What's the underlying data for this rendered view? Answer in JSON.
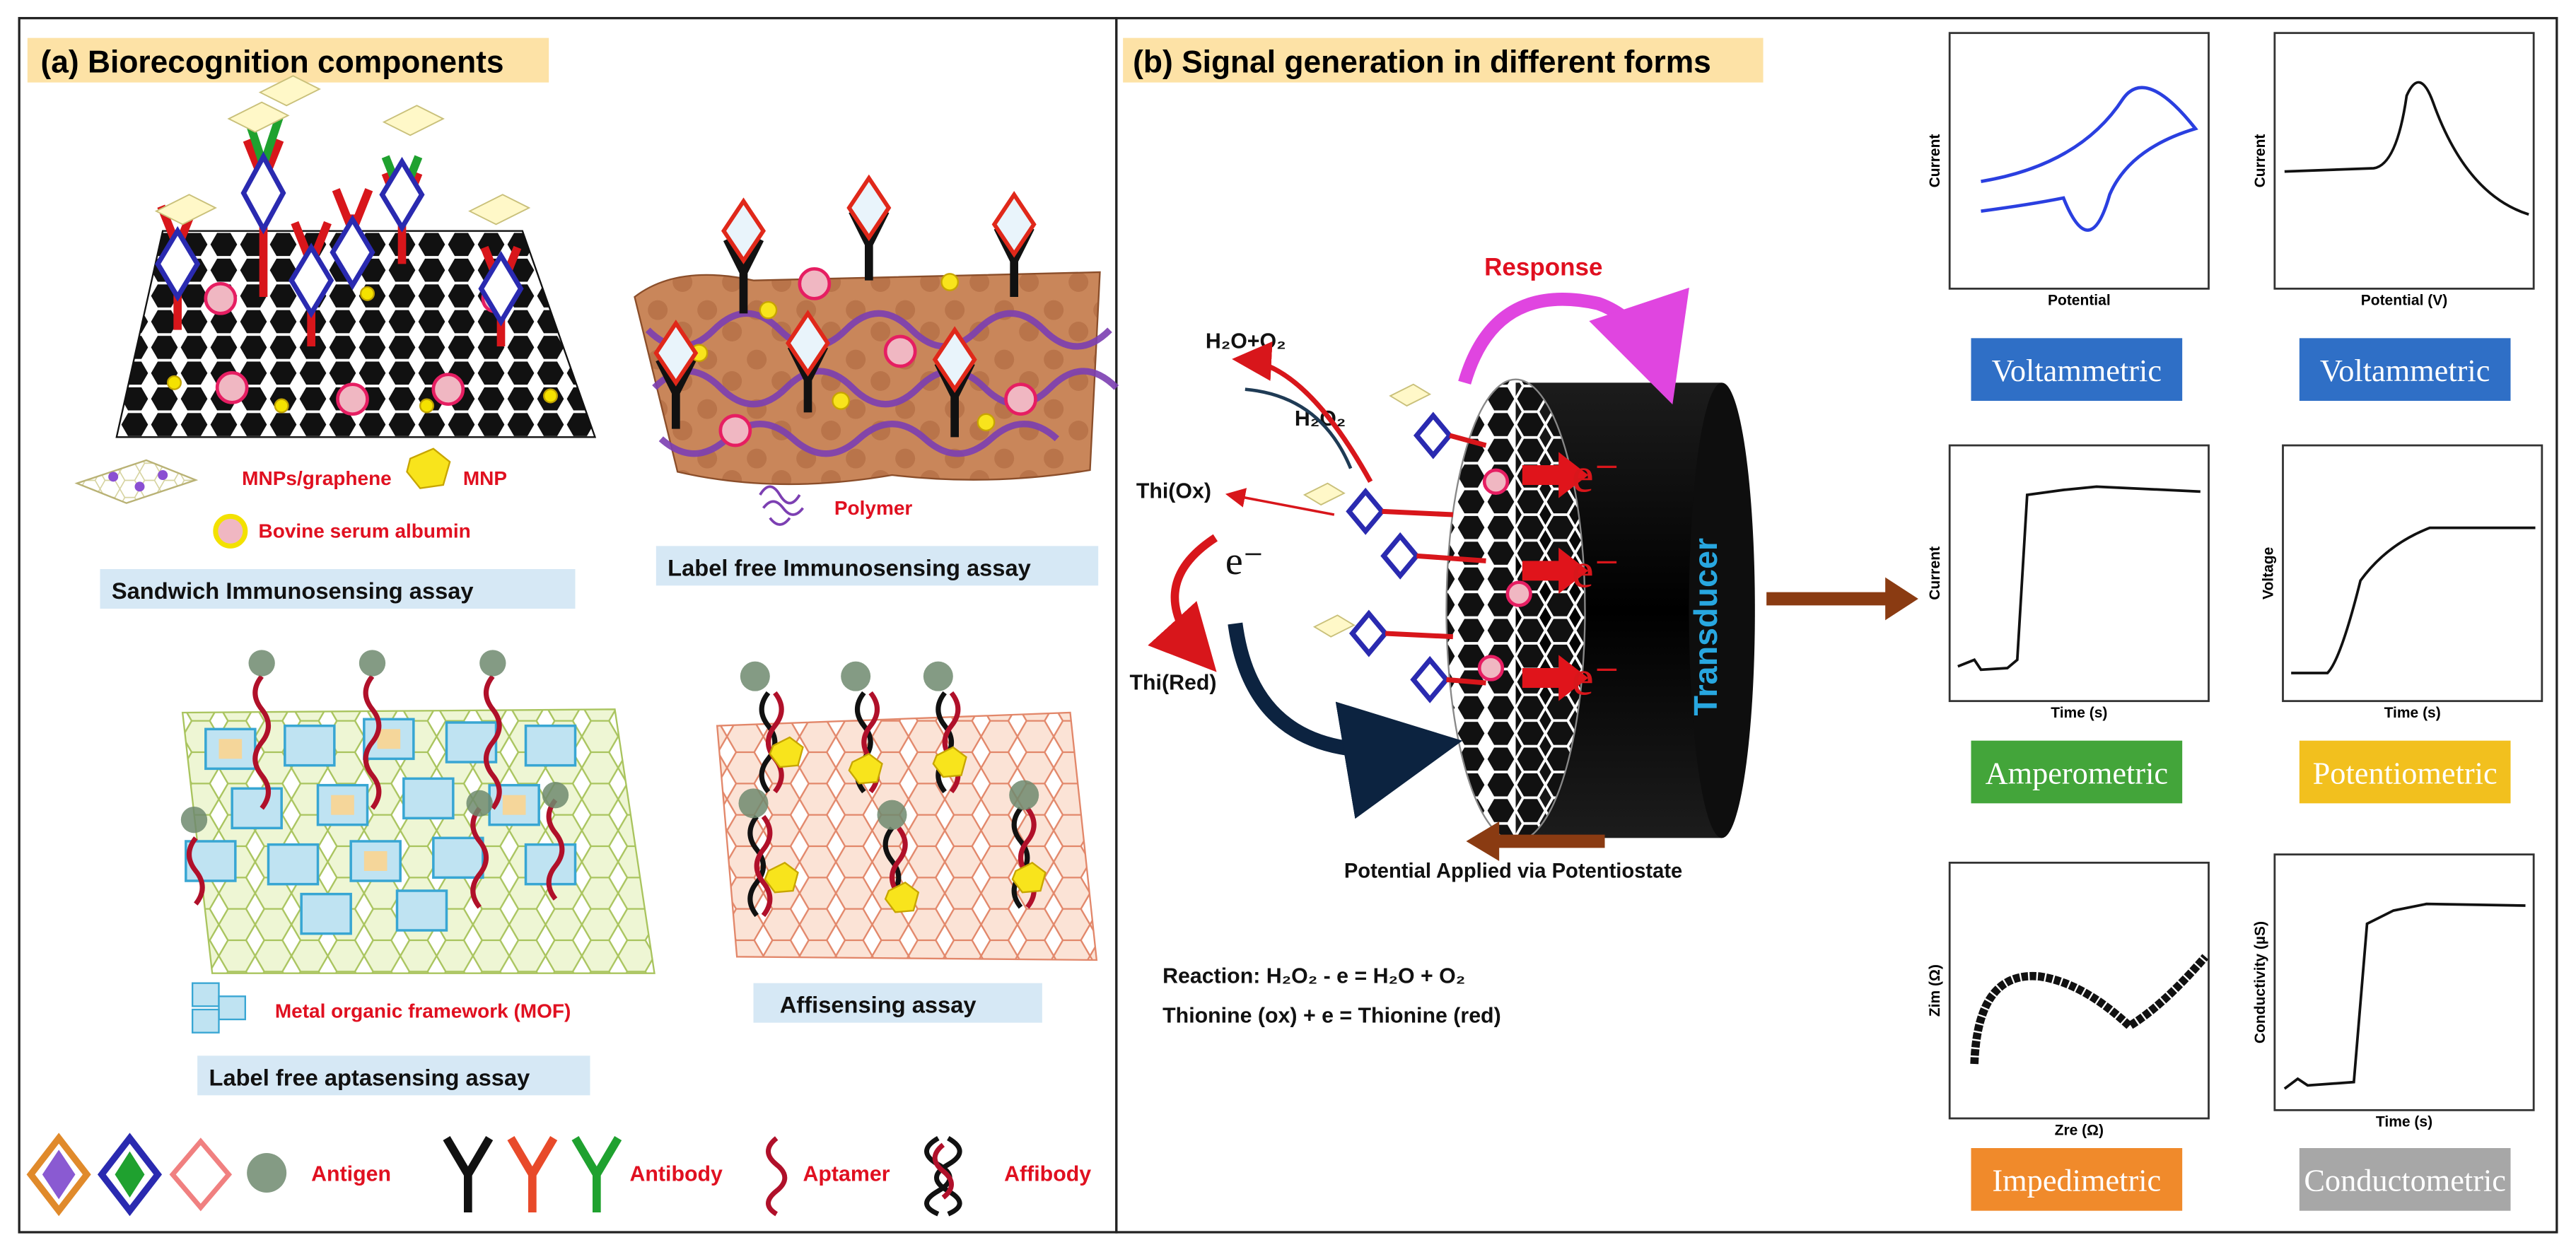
{
  "panel_a": {
    "title": "(a) Biorecognition components",
    "legend_top": {
      "mnps_graphene": "MNPs/graphene",
      "mnp": "MNP",
      "bsa": "Bovine serum albumin",
      "polymer": "Polymer",
      "mof": "Metal organic framework (MOF)"
    },
    "assays": {
      "sandwich": "Sandwich Immunosensing assay",
      "label_free_immuno": "Label free Immunosensing assay",
      "label_free_apta": "Label free aptasensing assay",
      "affisensing": "Affisensing assay"
    },
    "legend_bottom": {
      "antigen": "Antigen",
      "antibody": "Antibody",
      "aptamer": "Aptamer",
      "affibody": "Affibody"
    }
  },
  "panel_b": {
    "title": "(b) Signal generation in different forms",
    "labels": {
      "response": "Response",
      "h2o_o2": "H₂O+O₂",
      "h2o2": "H₂O₂",
      "thi_ox": "Thi(Ox)",
      "thi_red": "Thi(Red)",
      "electron": "e⁻",
      "transducer": "Transducer",
      "potential_applied": "Potential Applied via Potentiostate",
      "reaction_line1": "Reaction: H₂O₂ - e = H₂O + O₂",
      "reaction_line2": "Thionine (ox) + e = Thionine (red)"
    },
    "charts": [
      {
        "ylabel": "Current",
        "xlabel": "Potential",
        "badge": "Voltammetric",
        "badge_color": "#2f6fc6"
      },
      {
        "ylabel": "Current",
        "xlabel": "Potential (V)",
        "badge": "Voltammetric",
        "badge_color": "#2f6fc6"
      },
      {
        "ylabel": "Current",
        "xlabel": "Time (s)",
        "badge": "Amperometric",
        "badge_color": "#43a53a"
      },
      {
        "ylabel": "Voltage",
        "xlabel": "Time (s)",
        "badge": "Potentiometric",
        "badge_color": "#f2c01e"
      },
      {
        "ylabel": "Zim (Ω)",
        "xlabel": "Zre (Ω)",
        "badge": "Impedimetric",
        "badge_color": "#f08a2b"
      },
      {
        "ylabel": "Conductivity (µS)",
        "xlabel": "Time (s)",
        "badge": "Conductometric",
        "badge_color": "#a7a7a7"
      }
    ]
  }
}
